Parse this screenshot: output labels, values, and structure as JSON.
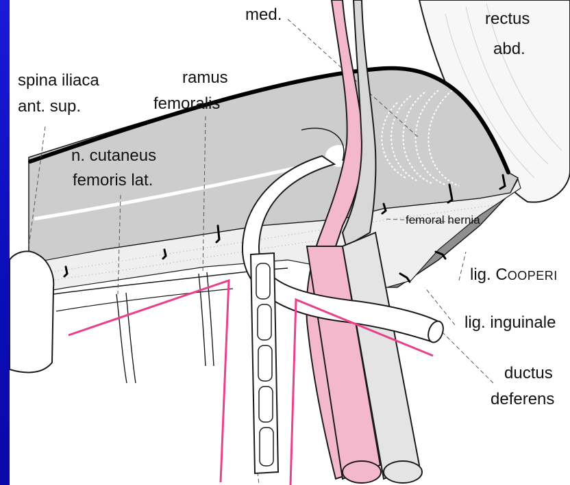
{
  "colors": {
    "background_frame": "#1010c0",
    "paper": "#ffffff",
    "shaded_region": "#cdcdcd",
    "dark_shaded_region": "#8a8a8a",
    "pink_vessel": "#f4b8cc",
    "pink_line": "#e8408a",
    "grey_vessel": "#d8d8d8",
    "outline": "#1a1a1a"
  },
  "labels": {
    "med": "med.",
    "rectus": "rectus",
    "abd": "abd.",
    "spina_line1": "spina iliaca",
    "spina_line2": "ant. sup.",
    "ramus_line1": "ramus",
    "ramus_line2": "femoralis",
    "cutaneus_line1": "n. cutaneus",
    "cutaneus_line2": "femoris lat.",
    "femoral_hernia": "femoral hernia",
    "lig_cooperi_prefix": "lig. C",
    "lig_cooperi_rest": "OOPERI",
    "lig_inguinale": "lig. inguinale",
    "ductus_line1": "ductus",
    "ductus_line2": "deferens"
  }
}
